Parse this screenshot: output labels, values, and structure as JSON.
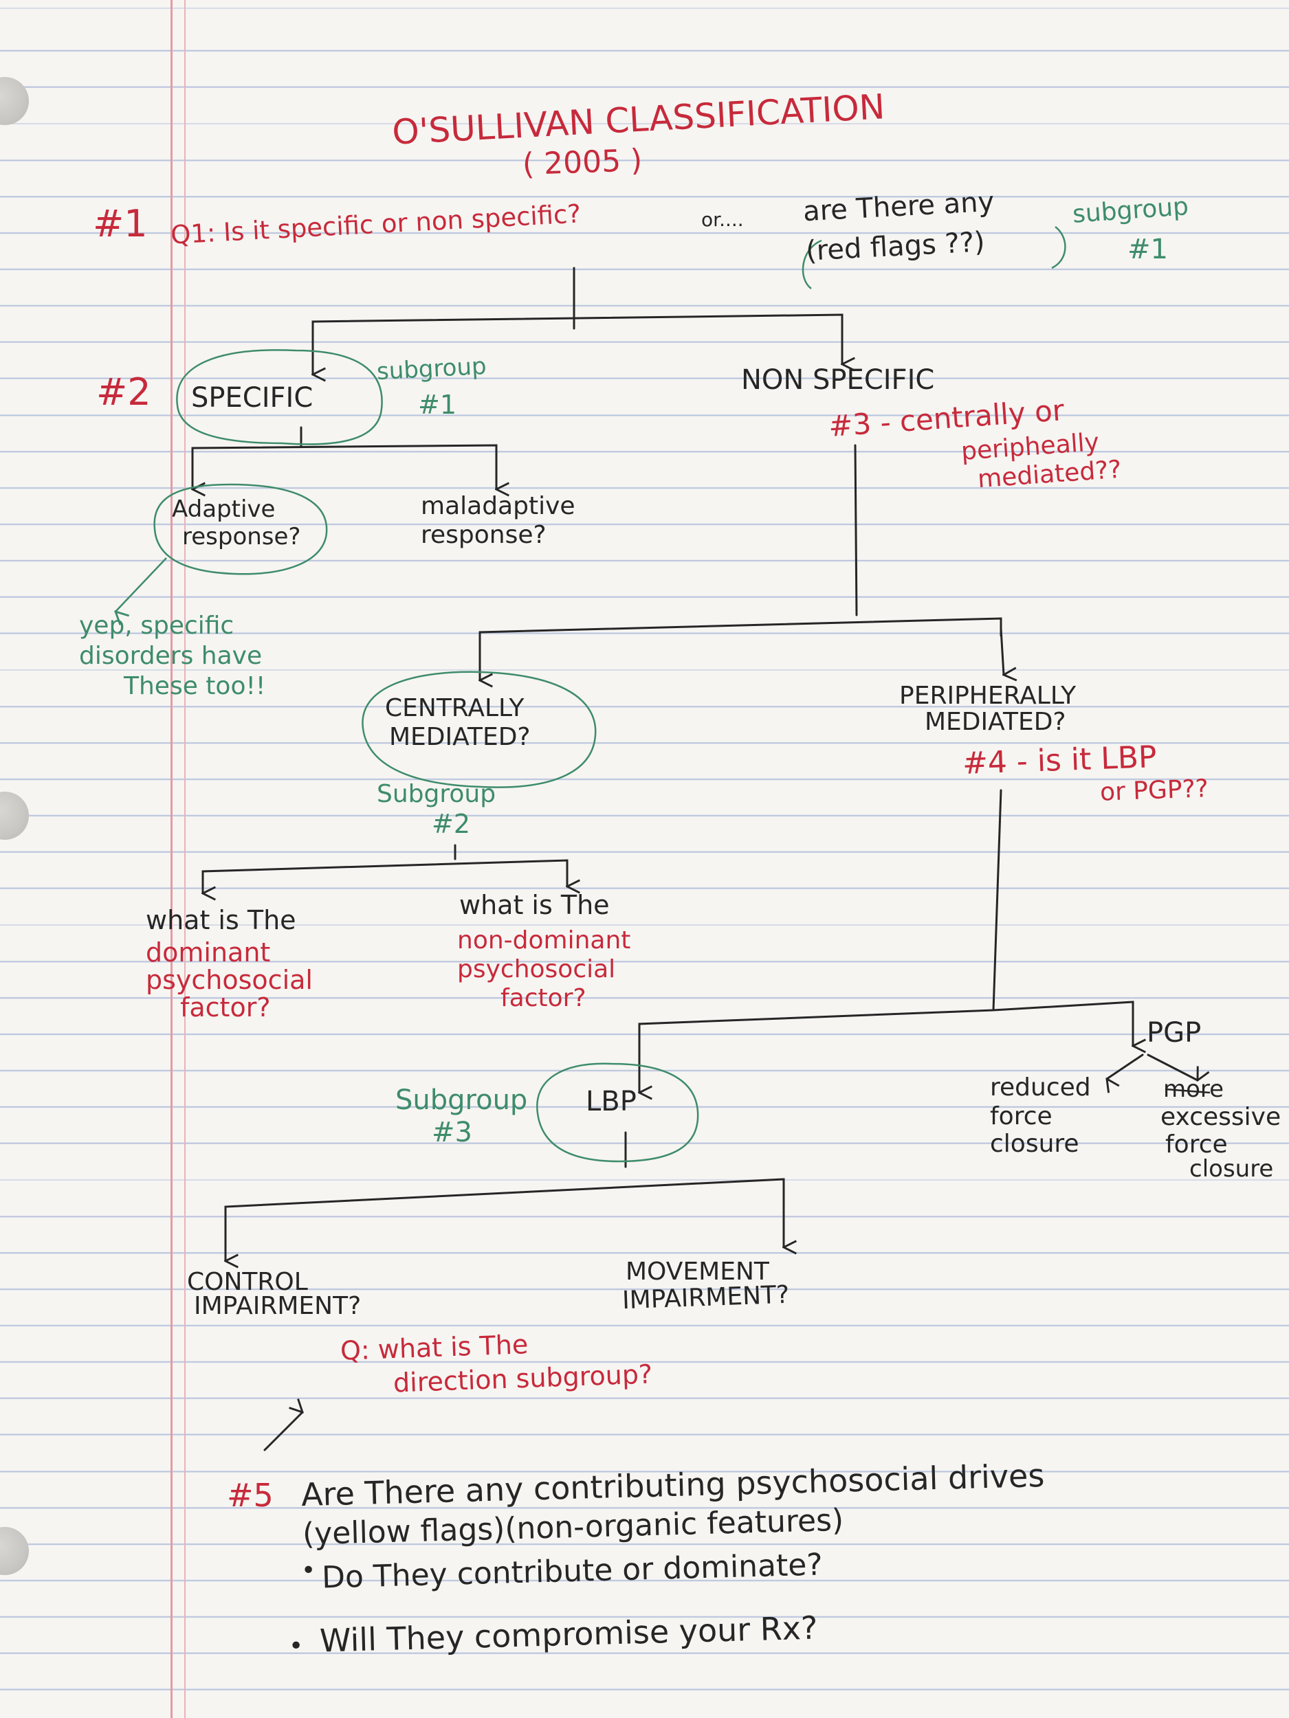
{
  "colors": {
    "red_ink": "#c72a3b",
    "green_ink": "#3e8c6a",
    "black_ink": "#262626",
    "margin_line": "#e59aa3",
    "rule_line": "#b9c4dd"
  },
  "title": {
    "line1": "O'SULLIVAN CLASSIFICATION",
    "line2": "( 2005 )"
  },
  "step1": {
    "num": "#1",
    "question": "Q1: Is it specific or non specific?",
    "or": "or....",
    "alt_line1": "are There any",
    "alt_line2": "(red flags ??)",
    "subgroup_line1": "subgroup",
    "subgroup_line2": "#1"
  },
  "specific": {
    "num": "#2",
    "label": "SPECIFIC",
    "subgroup_line1": "subgroup",
    "subgroup_line2": "#1",
    "adaptive_line1": "Adaptive",
    "adaptive_line2": "response?",
    "maladaptive_line1": "maladaptive",
    "maladaptive_line2": "response?",
    "note_line1": "yep, specific",
    "note_line2": "disorders have",
    "note_line3": "These too!!"
  },
  "nonspecific": {
    "label": "NON SPECIFIC",
    "q_line1": "#3 - centrally or",
    "q_line2": "peripheally",
    "q_line3": "mediated??"
  },
  "central": {
    "line1": "CENTRALLY",
    "line2": "MEDIATED?",
    "subgroup_line1": "Subgroup",
    "subgroup_line2": "#2",
    "dominant_black": "what is The",
    "dominant_line1": "dominant",
    "dominant_line2": "psychosocial",
    "dominant_line3": "factor?",
    "nondominant_black": "what is The",
    "nondominant_line1": "non-dominant",
    "nondominant_line2": "psychosocial",
    "nondominant_line3": "factor?"
  },
  "peripheral": {
    "line1": "PERIPHERALLY",
    "line2": "MEDIATED?",
    "q_line1": "#4 - is it LBP",
    "q_line2": "or PGP??"
  },
  "pgp": {
    "label": "PGP",
    "reduced_line1": "reduced",
    "reduced_line2": "force",
    "reduced_line3": "closure",
    "excessive_struck": "more",
    "excessive_line1": "excessive",
    "excessive_line2": "force",
    "excessive_line3": "closure"
  },
  "lbp": {
    "label": "LBP",
    "subgroup_line1": "Subgroup",
    "subgroup_line2": "#3",
    "control_line1": "CONTROL",
    "control_line2": "IMPAIRMENT?",
    "movement_line1": "MOVEMENT",
    "movement_line2": "IMPAIRMENT?",
    "q_line1": "Q: what is The",
    "q_line2": "direction subgroup?"
  },
  "step5": {
    "num": "#5",
    "line1": "Are There any contributing psychosocial drives",
    "line2": "(yellow flags)(non-organic features)",
    "bullet1": "Do They contribute or dominate?",
    "bullet2": "Will They compromise your Rx?"
  }
}
